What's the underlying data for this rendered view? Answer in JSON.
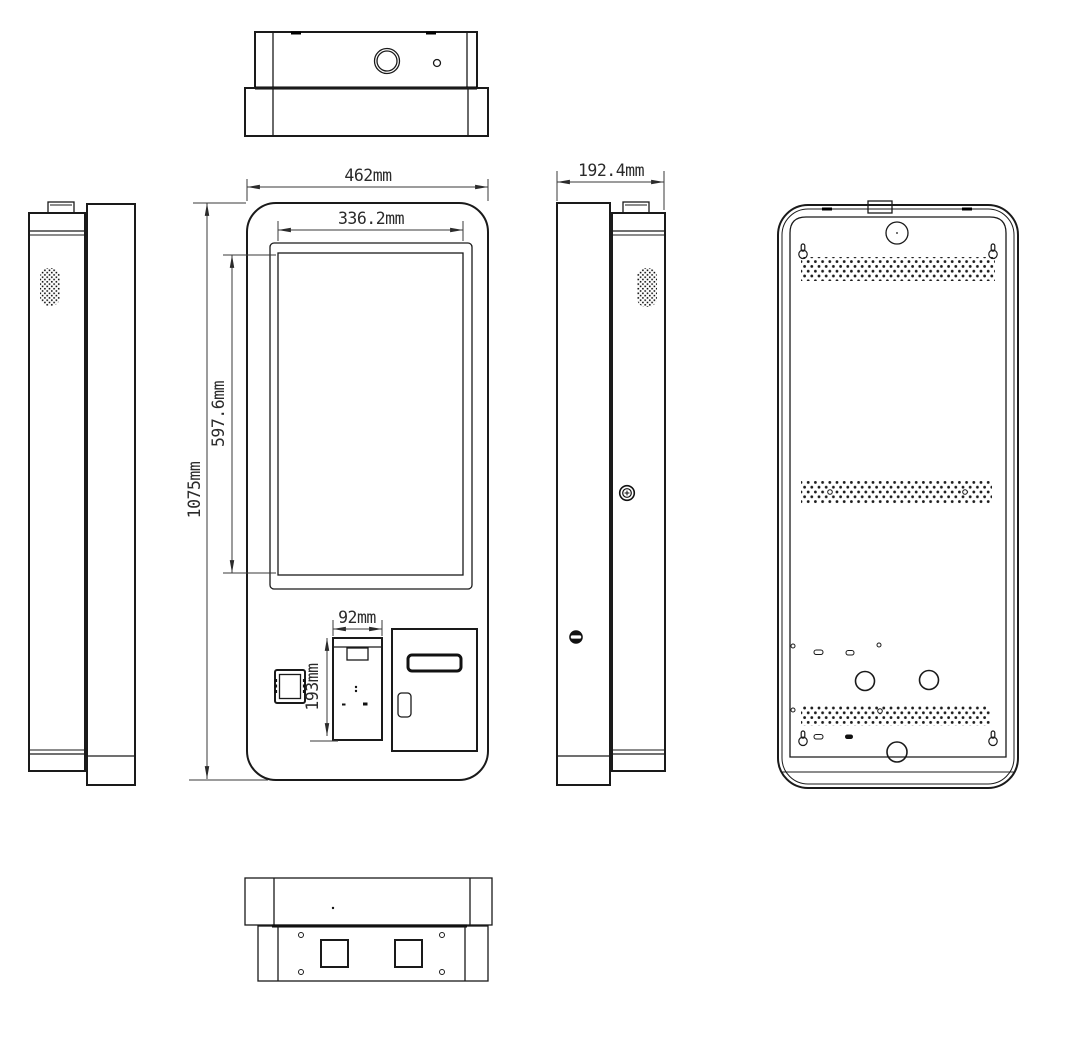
{
  "colors": {
    "background": "#ffffff",
    "line": "#1a1a1a",
    "dimension_line": "#3a3a3a"
  },
  "dimensions": {
    "overall_width": "462mm",
    "screen_width": "336.2mm",
    "overall_height": "1075mm",
    "screen_height": "597.6mm",
    "printer_width": "92mm",
    "printer_height": "193mm",
    "depth": "192.4mm"
  }
}
